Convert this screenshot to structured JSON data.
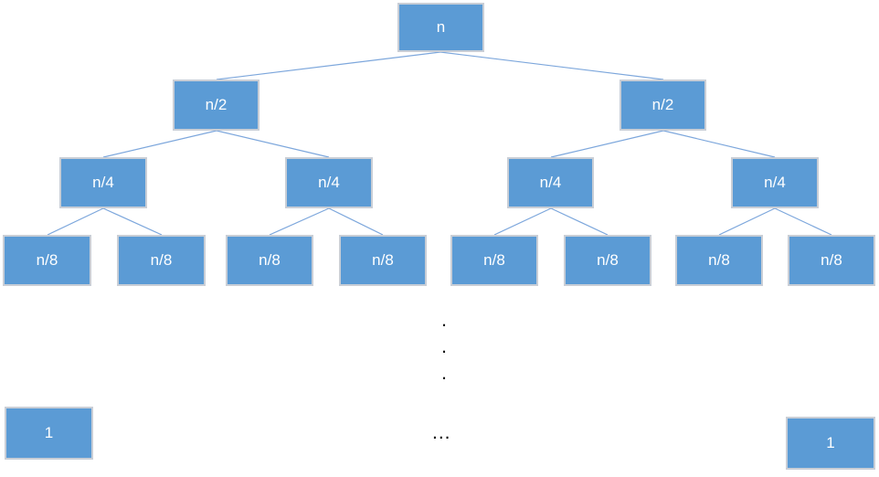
{
  "diagram": {
    "type": "recursion-tree",
    "nodes": {
      "root": "n",
      "level2": [
        "n/2",
        "n/2"
      ],
      "level3": [
        "n/4",
        "n/4",
        "n/4",
        "n/4"
      ],
      "level4": [
        "n/8",
        "n/8",
        "n/8",
        "n/8",
        "n/8",
        "n/8",
        "n/8",
        "n/8"
      ],
      "leaves": [
        "1",
        "1"
      ]
    },
    "dots_vertical": ".\n.\n.",
    "ellipsis": "...",
    "colors": {
      "node_fill": "#5b9bd5",
      "node_border": "#c9ced6",
      "node_text": "#ffffff",
      "connector_line": "#7da7dc",
      "dots_text": "#000000",
      "background": "#ffffff"
    }
  }
}
